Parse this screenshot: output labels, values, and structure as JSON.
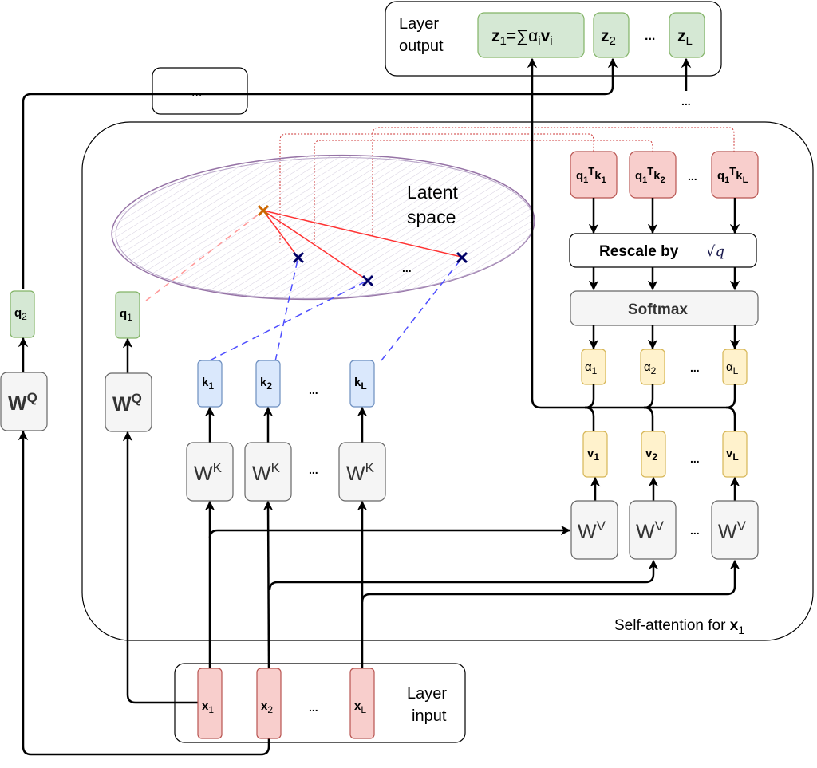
{
  "title": "Self-attention diagram",
  "colors": {
    "green_fill": "#d5e8d4",
    "green_stroke": "#82b366",
    "red_fill": "#f8cecc",
    "red_stroke": "#b85450",
    "blue_fill": "#dae8fc",
    "blue_stroke": "#6c8ebf",
    "yellow_fill": "#fff2cc",
    "yellow_stroke": "#d6b656",
    "gray_fill": "#f5f5f5",
    "gray_stroke": "#666666",
    "latent_stroke": "#9673a6",
    "query_mark": "#cc6600",
    "key_mark": "#000066",
    "similarity_line": "#ff3333",
    "key_dash": "#4d4dff"
  },
  "layer_output": {
    "label_line1": "Layer",
    "label_line2": "output",
    "z1": {
      "main": "z",
      "sub": "1",
      "eq": "=∑α",
      "sub_i": "i",
      "v": "v",
      "sub_i2": "i"
    },
    "z2": {
      "main": "z",
      "sub": "2"
    },
    "ellipsis": "...",
    "zL": {
      "main": "z",
      "sub": "L"
    },
    "below_ellipsis": "..."
  },
  "other_block": {
    "label": "..."
  },
  "self_attention": {
    "caption": "Self-attention for ",
    "caption_var": "x",
    "caption_sub": "1"
  },
  "latent": {
    "line1": "Latent",
    "line2": "space",
    "ellipsis": "..."
  },
  "scores": [
    {
      "q": "q",
      "qsub": "1",
      "T": "T",
      "k": "k",
      "ksub": "1"
    },
    {
      "q": "q",
      "qsub": "1",
      "T": "T",
      "k": "k",
      "ksub": "2"
    },
    {
      "q": "q",
      "qsub": "1",
      "T": "T",
      "k": "k",
      "ksub": "L"
    }
  ],
  "scores_ellipsis": "...",
  "rescale": {
    "label": "Rescale by ",
    "math": "√q"
  },
  "softmax": {
    "label": "Softmax"
  },
  "alphas": [
    {
      "a": "α",
      "sub": "1"
    },
    {
      "a": "α",
      "sub": "2"
    },
    {
      "a": "α",
      "sub": "L"
    }
  ],
  "alphas_ellipsis": "...",
  "values": [
    {
      "v": "v",
      "sub": "1"
    },
    {
      "v": "v",
      "sub": "2"
    },
    {
      "v": "v",
      "sub": "L"
    }
  ],
  "values_ellipsis": "...",
  "wv": [
    {
      "w": "W",
      "sup": "V"
    },
    {
      "w": "W",
      "sup": "V"
    },
    {
      "w": "W",
      "sup": "V"
    }
  ],
  "wv_ellipsis": "...",
  "keys": [
    {
      "k": "k",
      "sub": "1"
    },
    {
      "k": "k",
      "sub": "2"
    },
    {
      "k": "k",
      "sub": "L"
    }
  ],
  "keys_ellipsis": "...",
  "wk": [
    {
      "w": "W",
      "sup": "K"
    },
    {
      "w": "W",
      "sup": "K"
    },
    {
      "w": "W",
      "sup": "K"
    }
  ],
  "wk_ellipsis": "...",
  "q1": {
    "q": "q",
    "sub": "1"
  },
  "wq1": {
    "w": "W",
    "sup": "Q"
  },
  "q2": {
    "q": "q",
    "sub": "2"
  },
  "wq2": {
    "w": "W",
    "sup": "Q"
  },
  "layer_input": {
    "label_line1": "Layer",
    "label_line2": "input",
    "inputs": [
      {
        "x": "x",
        "sub": "1"
      },
      {
        "x": "x",
        "sub": "2"
      },
      {
        "x": "x",
        "sub": "L"
      }
    ],
    "ellipsis": "..."
  }
}
